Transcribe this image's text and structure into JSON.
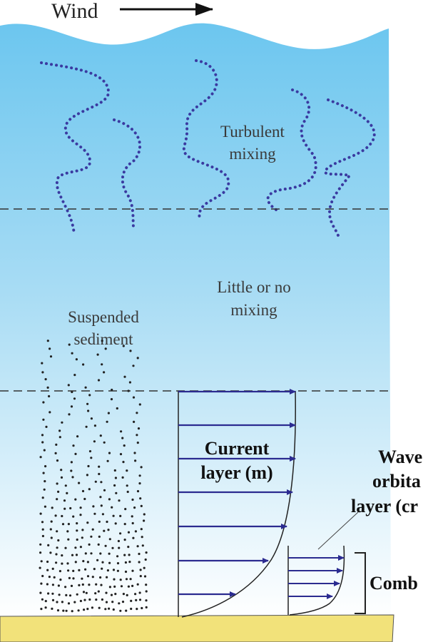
{
  "labels": {
    "wind": "Wind",
    "turbulent_line1": "Turbulent",
    "turbulent_line2": "mixing",
    "little_line1": "Little or no",
    "little_line2": "mixing",
    "suspended_line1": "Suspended",
    "suspended_line2": "sediment",
    "current_line1": "Current",
    "current_line2": "layer (m)",
    "wave_line1": "Wave",
    "wave_line2": "orbita",
    "wave_line3": "layer (cr",
    "combined": "Comb"
  },
  "colors": {
    "water_top": "#6cc6ef",
    "water_bottom": "#ffffff",
    "sand": "#f2e27a",
    "sand_outline": "#555555",
    "turbulence": "#3a3aa0",
    "arrow": "#2b2b90",
    "dashed_line": "#333333",
    "sediment": "#222222"
  },
  "icons": {
    "wind_arrow": "arrow-right-icon",
    "turbulence": "eddy-dotted-line-icon",
    "sediment": "dot-particles-icon"
  }
}
